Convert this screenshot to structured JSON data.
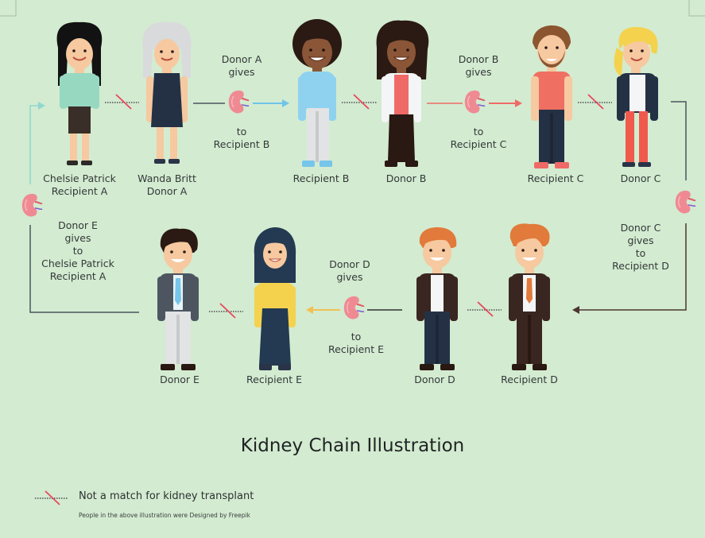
{
  "people": [
    {
      "id": "chelsie",
      "name": "Chelsie Patrick",
      "role": "Recipient A"
    },
    {
      "id": "wanda",
      "name": "Wanda Britt",
      "role": "Donor A"
    },
    {
      "id": "recipient-b",
      "name": "",
      "role": "Recipient B"
    },
    {
      "id": "donor-b",
      "name": "",
      "role": "Donor B"
    },
    {
      "id": "recipient-c",
      "name": "",
      "role": "Recipient C"
    },
    {
      "id": "donor-c",
      "name": "",
      "role": "Donor C"
    },
    {
      "id": "donor-e",
      "name": "",
      "role": "Donor E"
    },
    {
      "id": "recipient-e",
      "name": "",
      "role": "Recipient E"
    },
    {
      "id": "donor-d",
      "name": "",
      "role": "Donor D"
    },
    {
      "id": "recipient-d",
      "name": "",
      "role": "Recipient D"
    }
  ],
  "transfers": {
    "a": {
      "line1": "Donor A",
      "line2": "gives",
      "line3": "to",
      "line4": "Recipient B"
    },
    "b": {
      "line1": "Donor B",
      "line2": "gives",
      "line3": "to",
      "line4": "Recipient C"
    },
    "c": {
      "line1": "Donor C",
      "line2": "gives",
      "line3": "to",
      "line4": "Recipient D"
    },
    "d": {
      "line1": "Donor D",
      "line2": "gives",
      "line3": "to",
      "line4": "Recipient E"
    },
    "e": {
      "line1": "Donor E",
      "line2": "gives",
      "line3": "to",
      "line4": "Chelsie Patrick",
      "line5": "Recipient A"
    }
  },
  "title": "Kidney Chain Illustration",
  "legend": {
    "no_match": "Not a match for kidney transplant"
  },
  "credit": "People in the above illustration were Designed by Freepik",
  "colors": {
    "background": "#d3ebd0",
    "kidney": "#ef8a93",
    "arrow_a": "#6fc4e8",
    "arrow_b": "#ef6a66",
    "arrow_c": "#4a3530",
    "arrow_d": "#f3c052",
    "arrow_e": "#8fd7cf",
    "no_match": "#e8475d"
  }
}
